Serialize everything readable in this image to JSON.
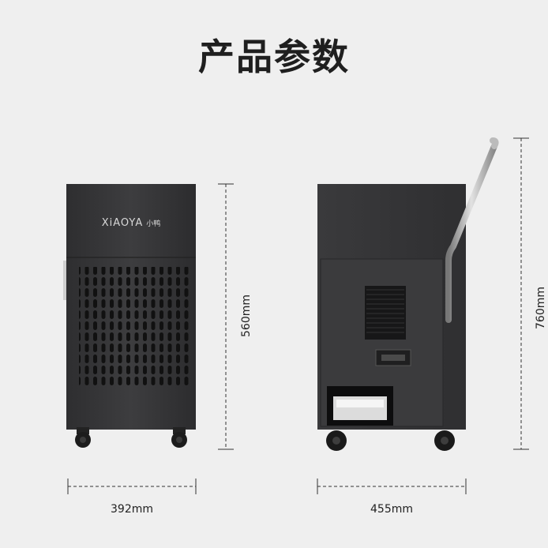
{
  "title": "产品参数",
  "brand": {
    "name": "XiAOYA",
    "name_cn": "小鸭"
  },
  "dimensions": {
    "front_height": "560mm",
    "side_height": "760mm",
    "front_width": "392mm",
    "side_width": "455mm"
  },
  "colors": {
    "body": "#3a3a3b",
    "background": "#efefef",
    "handle": "#a8a8a8"
  }
}
